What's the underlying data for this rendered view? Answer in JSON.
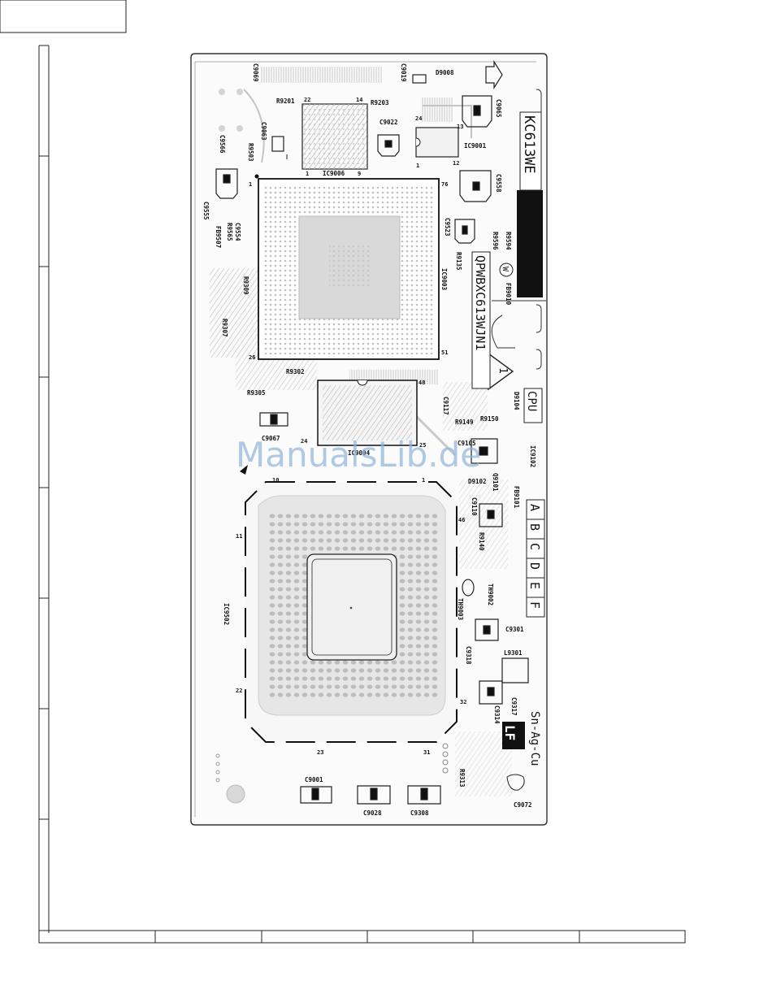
{
  "board": {
    "pcb_code": "KC613WE",
    "part_no": "QPWBXC613WJN1",
    "section": "CPU",
    "variant_boxes": [
      "A",
      "B",
      "C",
      "D",
      "E",
      "F"
    ],
    "solder": "Sn-Ag-Cu",
    "lf_mark": "LF",
    "w_mark": "W",
    "marker_1": "1",
    "watermark": "ManualsLib.de"
  },
  "ics": [
    {
      "ref": "IC9006",
      "pins": [
        "22",
        "14",
        "1",
        "9"
      ]
    },
    {
      "ref": "IC9001",
      "pins": [
        "24",
        "13",
        "1",
        "12"
      ]
    },
    {
      "ref": "IC9003",
      "pins": [
        "1",
        "76",
        "26",
        "51"
      ]
    },
    {
      "ref": "IC9004",
      "pins": [
        "48",
        "24",
        "25",
        "1"
      ]
    },
    {
      "ref": "IC9502",
      "pins": [
        "10",
        "1",
        "11",
        "46",
        "22",
        "32",
        "23",
        "31"
      ]
    },
    {
      "ref": "IC9102",
      "pins": []
    }
  ],
  "components": [
    "C9069",
    "C9019",
    "D9008",
    "R9201",
    "R9203",
    "C9065",
    "C9022",
    "C9063",
    "R9503",
    "C9566",
    "C9555",
    "C9558",
    "C9523",
    "R9594",
    "R9596",
    "C9554",
    "R9565",
    "FB9507",
    "R9135",
    "FB9010",
    "R9309",
    "R9307",
    "R9302",
    "R9305",
    "C9117",
    "D9104",
    "R9149",
    "R9150",
    "C9067",
    "C9105",
    "D9102",
    "Q9101",
    "FB9101",
    "C9110",
    "R9140",
    "TH9002",
    "TH9003",
    "C9301",
    "C9318",
    "L9301",
    "C9317",
    "C9314",
    "R9313",
    "C9001",
    "C9028",
    "C9308",
    "C9072"
  ]
}
